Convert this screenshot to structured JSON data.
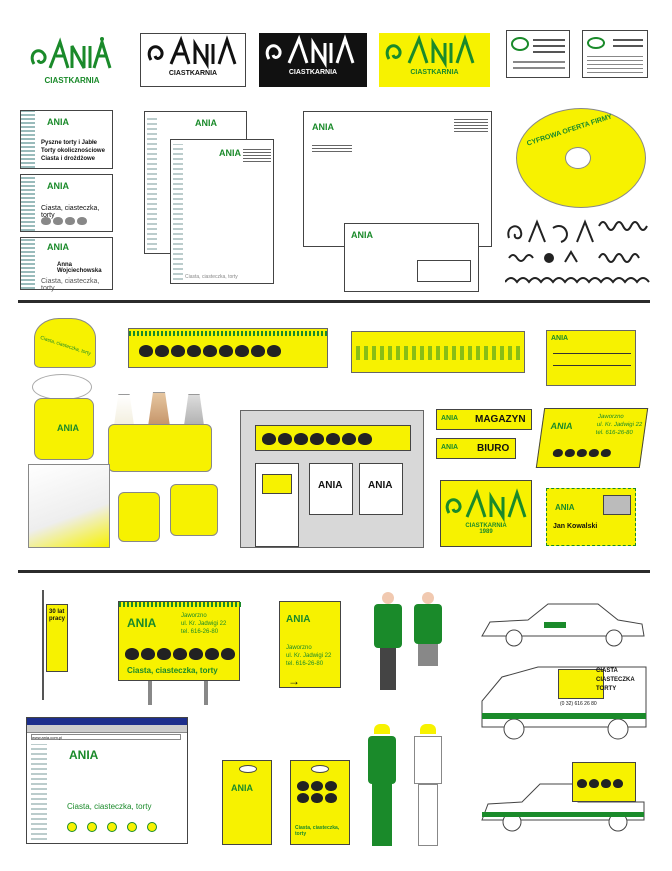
{
  "brand": {
    "name": "CIASTKARNIA",
    "colors": {
      "green": "#1a8a2a",
      "yellow": "#f7f200",
      "black": "#111111"
    }
  },
  "cards": {
    "card1_lines": [
      "Pyszne torty i Jabłe",
      "Torty okolicznościowe",
      "Ciasta i drożdżowe"
    ],
    "card2_text": "Ciasta, ciasteczka, torty",
    "card3_name": "Anna Wojciechowska",
    "card3_text": "Ciasta, ciasteczka, torty"
  },
  "cd": {
    "title": "CYFROWA OFERTA FIRMY"
  },
  "letterhead": {
    "footer": "Ciasta, ciasteczka, torty"
  },
  "signs": {
    "magazyn": "MAGAZYN",
    "biuro": "BIURO",
    "year": "1989",
    "address_line1": "Jaworzno",
    "address_line2": "ul. Kr. Jadwigi 22",
    "address_line3": "tel. 616-26-80",
    "person": "Jan Kowalski",
    "drum_text": "Ciasta, ciasteczka, torty"
  },
  "outdoor": {
    "flag_text": "30 lat pracy",
    "billboard_city": "Jaworzno",
    "billboard_street": "ul. Kr. Jadwigi 22",
    "billboard_tel": "tel. 616-26-80",
    "billboard_slogan": "Ciasta, ciasteczka, torty",
    "poster_city": "Jaworzno",
    "poster_street": "ul. Kr. Jadwigi 22",
    "poster_tel": "tel. 616-26-80"
  },
  "web": {
    "slogan": "Ciasta, ciasteczka, torty",
    "url_text": "www.ania.com.pl"
  },
  "bags": {
    "bag2_text": "Ciasta, ciasteczka, torty"
  },
  "van": {
    "line1": "CIASTA",
    "line2": "CIASTECZKA",
    "line3": "TORTY",
    "phone": "(0 32) 616 26 80"
  }
}
